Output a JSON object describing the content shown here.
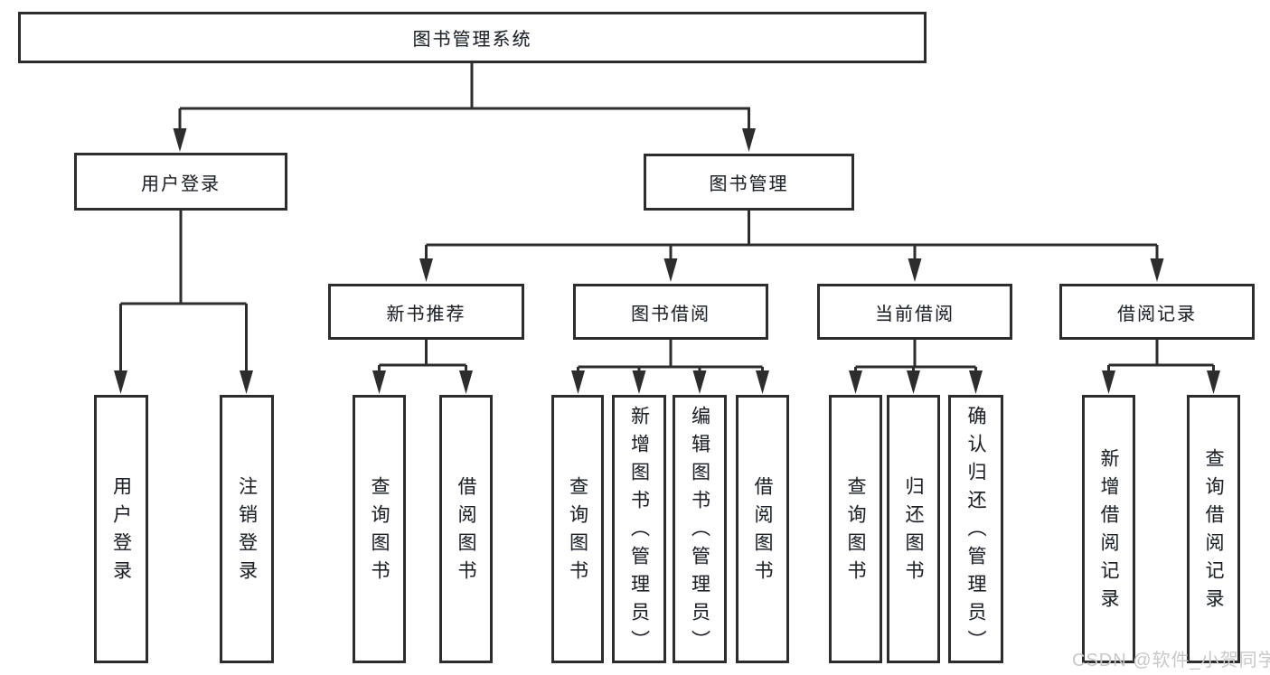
{
  "tree": {
    "root": {
      "label": "图书管理系统"
    },
    "branches": [
      {
        "label": "用户登录",
        "children": [
          {
            "label": "用户登录"
          },
          {
            "label": "注销登录"
          }
        ]
      },
      {
        "label": "图书管理",
        "children": [
          {
            "label": "新书推荐",
            "children": [
              {
                "label": "查询图书"
              },
              {
                "label": "借阅图书"
              }
            ]
          },
          {
            "label": "图书借阅",
            "children": [
              {
                "label": "查询图书"
              },
              {
                "label": "新增图书（管理员）"
              },
              {
                "label": "编辑图书（管理员）"
              },
              {
                "label": "借阅图书"
              }
            ]
          },
          {
            "label": "当前借阅",
            "children": [
              {
                "label": "查询图书"
              },
              {
                "label": "归还图书"
              },
              {
                "label": "确认归还（管理员）"
              }
            ]
          },
          {
            "label": "借阅记录",
            "children": [
              {
                "label": "新增借阅记录"
              },
              {
                "label": "查询借阅记录"
              }
            ]
          }
        ]
      }
    ]
  },
  "watermark": {
    "text": "CSDN @软件_小贺同学"
  },
  "colors": {
    "line": "#2d2d2d",
    "box_border": "#2d2d2d",
    "text": "#212121",
    "watermark": "#c8c8c8",
    "background": "#ffffff"
  }
}
